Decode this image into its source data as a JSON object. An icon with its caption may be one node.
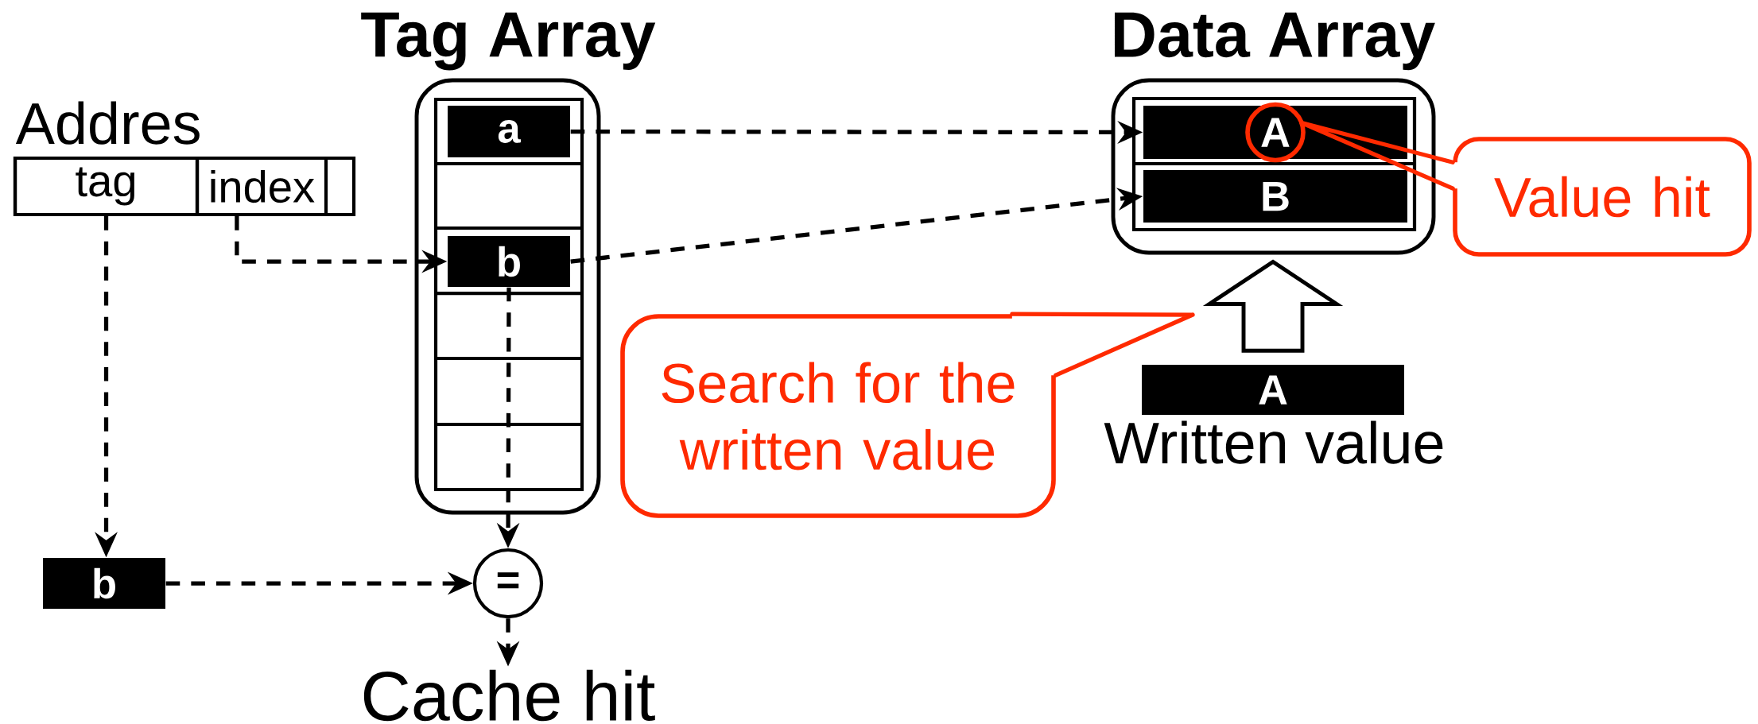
{
  "diagram": {
    "nodes": [
      {
        "text": [
          "Tag Array"
        ]
      },
      {
        "text": [
          "a"
        ],
        "in": 0
      },
      {
        "text": [
          "b"
        ],
        "in": 0
      },
      {
        "text": [
          "Data Array"
        ]
      },
      {
        "text": [
          "A"
        ],
        "in": 3
      },
      {
        "text": [
          "B"
        ],
        "in": 3
      },
      {
        "text": [
          "Addres"
        ]
      },
      {
        "text": [
          "tag"
        ],
        "in": 6
      },
      {
        "text": [
          "index"
        ],
        "in": 6
      },
      {
        "text": [
          "b"
        ]
      },
      {
        "text": [
          "="
        ]
      },
      {
        "text": [
          "Cache hit"
        ]
      },
      {
        "text": [
          "Search for the written value"
        ]
      },
      {
        "text": [
          "Value hit"
        ]
      },
      {
        "text": [
          "A"
        ],
        "beside": [
          "Written value"
        ]
      }
    ],
    "edges": [
      {
        "from": 1,
        "to": 4,
        "arrow": "to",
        "style": "dashed"
      },
      {
        "from": 2,
        "to": 5,
        "arrow": "to",
        "style": "dashed"
      },
      {
        "from": 8,
        "to": 2,
        "arrow": "to",
        "style": "dashed"
      },
      {
        "from": 7,
        "to": 9,
        "arrow": "to",
        "style": "dashed"
      },
      {
        "from": 2,
        "to": 10,
        "arrow": "to",
        "style": "dashed"
      },
      {
        "from": 9,
        "to": 10,
        "arrow": "to",
        "style": "dashed"
      },
      {
        "from": 10,
        "to": 11,
        "arrow": "to",
        "style": "dashed"
      },
      {
        "from": 14,
        "to": 3,
        "arrow": "to"
      },
      {
        "from": 13,
        "to": 4,
        "arrow": "other",
        "color": "#ff2a00"
      },
      {
        "from": 12,
        "to": null,
        "arrow": "none",
        "color": "#ff2a00"
      }
    ]
  }
}
